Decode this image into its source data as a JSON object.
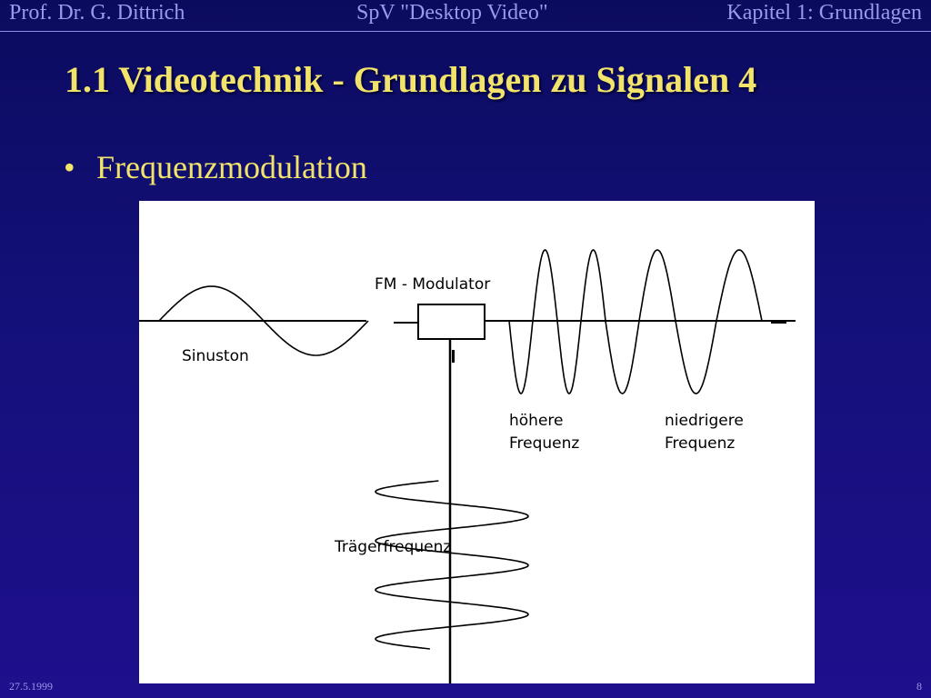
{
  "header": {
    "left": "Prof. Dr. G. Dittrich",
    "center": "SpV \"Desktop Video\"",
    "right": "Kapitel 1: Grundlagen"
  },
  "slide": {
    "title": "1.1 Videotechnik - Grundlagen zu Signalen  4",
    "bullet": "Frequenzmodulation"
  },
  "figure": {
    "modulator_label": "FM - Modulator",
    "sinuston_label": "Sinuston",
    "higher_line1": "höhere",
    "higher_line2": "Frequenz",
    "lower_line1": "niedrigere",
    "lower_line2": "Frequenz",
    "carrier_label": "Trägerfrequenz"
  },
  "footer": {
    "date": "27.5.1999",
    "page": "8"
  },
  "colors": {
    "title": "#f2e36a",
    "header_text": "#9a9ae8",
    "background": "#14107a"
  }
}
